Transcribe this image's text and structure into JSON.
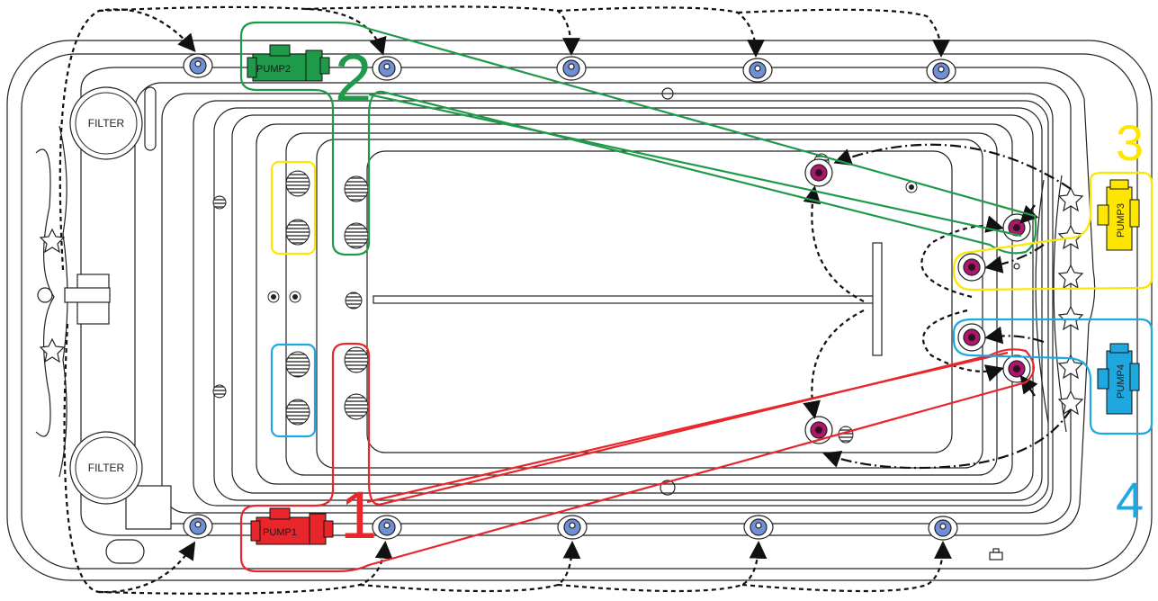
{
  "labels": {
    "filter_top": "FILTER",
    "filter_bottom": "FILTER"
  },
  "pumps": [
    {
      "id": 1,
      "label": "PUMP1",
      "number": "1",
      "color": "#e8262b"
    },
    {
      "id": 2,
      "label": "PUMP2",
      "number": "2",
      "color": "#1f9a4a"
    },
    {
      "id": 3,
      "label": "PUMP3",
      "number": "3",
      "color": "#ffe600"
    },
    {
      "id": 4,
      "label": "PUMP4",
      "number": "4",
      "color": "#1fa8e0"
    }
  ],
  "colors": {
    "outline": "#222222",
    "dashed_flow": "#111111",
    "blue_jet": "#6f8fd6",
    "magenta_jet": "#b0166e"
  }
}
